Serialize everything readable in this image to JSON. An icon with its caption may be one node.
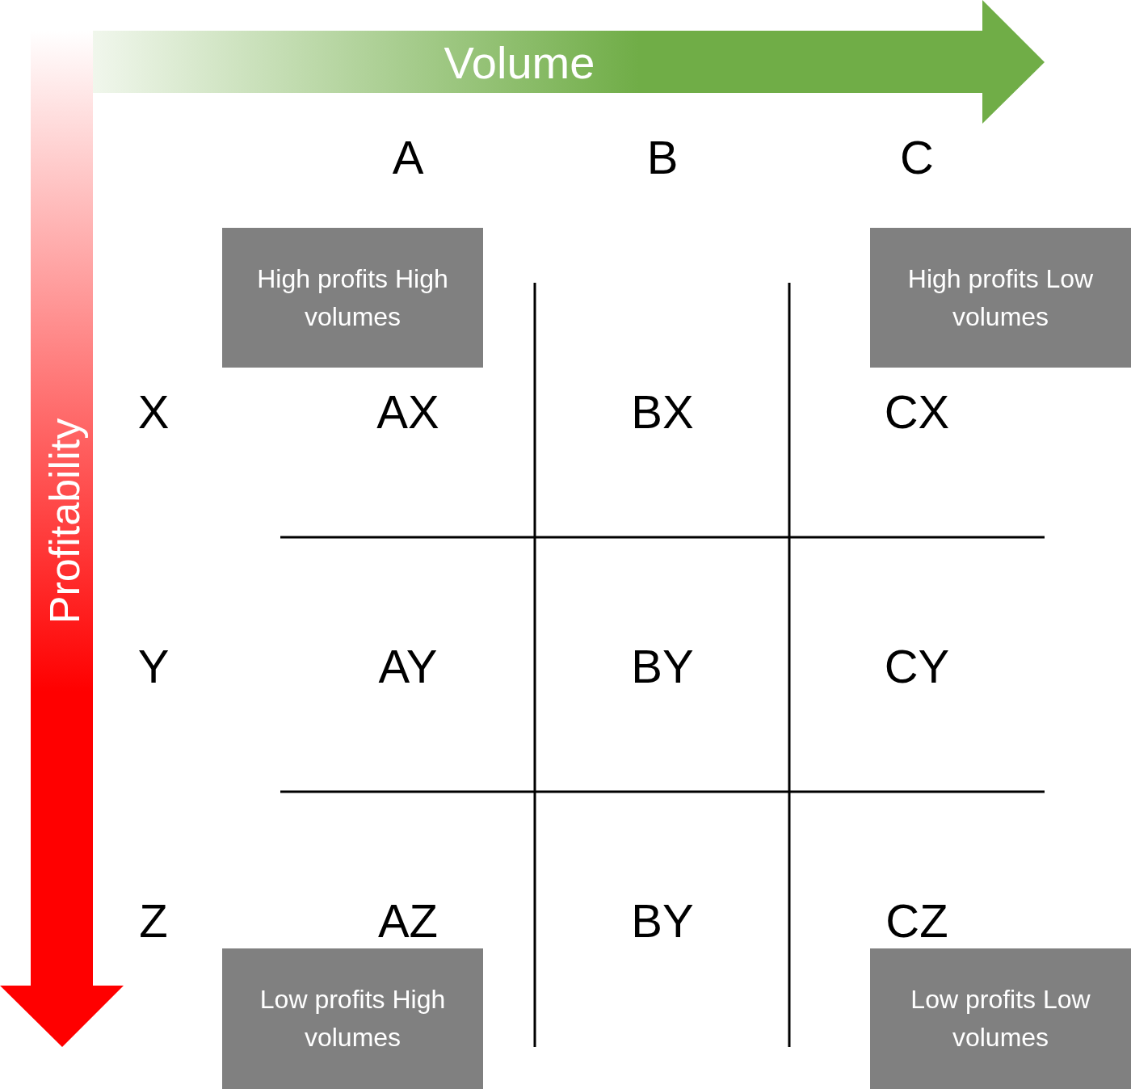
{
  "diagram": {
    "nodes": [
      {
        "text": [
          "Volume"
        ]
      },
      {
        "text": [
          "Profitability"
        ]
      },
      {
        "text": [
          "High profits High volumes"
        ]
      },
      {
        "text": [
          "High profits Low volumes"
        ]
      },
      {
        "text": [
          "Low profits High volumes"
        ]
      },
      {
        "text": [
          "Low profits Low volumes"
        ]
      }
    ],
    "labels": [
      "A",
      "B",
      "C",
      "X",
      "AX",
      "BX",
      "CX",
      "Y",
      "AY",
      "BY",
      "CY",
      "Z",
      "AZ",
      "BY",
      "CZ"
    ]
  }
}
